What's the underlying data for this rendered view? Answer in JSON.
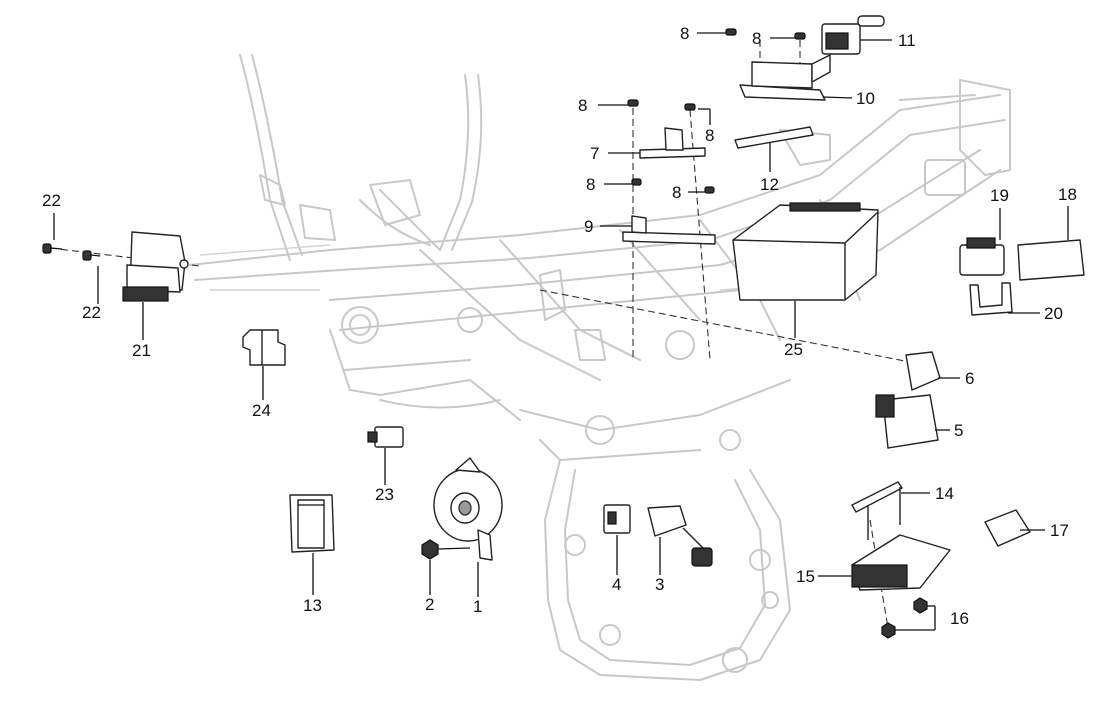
{
  "callouts": {
    "c1": "1",
    "c2": "2",
    "c3": "3",
    "c4": "4",
    "c5": "5",
    "c6": "6",
    "c7": "7",
    "c8a": "8",
    "c8b": "8",
    "c8c": "8",
    "c8d": "8",
    "c8e": "8",
    "c8f": "8",
    "c9": "9",
    "c10": "10",
    "c11": "11",
    "c12": "12",
    "c13": "13",
    "c14": "14",
    "c15": "15",
    "c16": "16",
    "c17": "17",
    "c18": "18",
    "c19": "19",
    "c20": "20",
    "c21": "21",
    "c22a": "22",
    "c22b": "22",
    "c23": "23",
    "c24": "24",
    "c25": "25"
  },
  "colors": {
    "frame": "#c8c8c8",
    "parts": "#222222",
    "background": "#ffffff"
  }
}
